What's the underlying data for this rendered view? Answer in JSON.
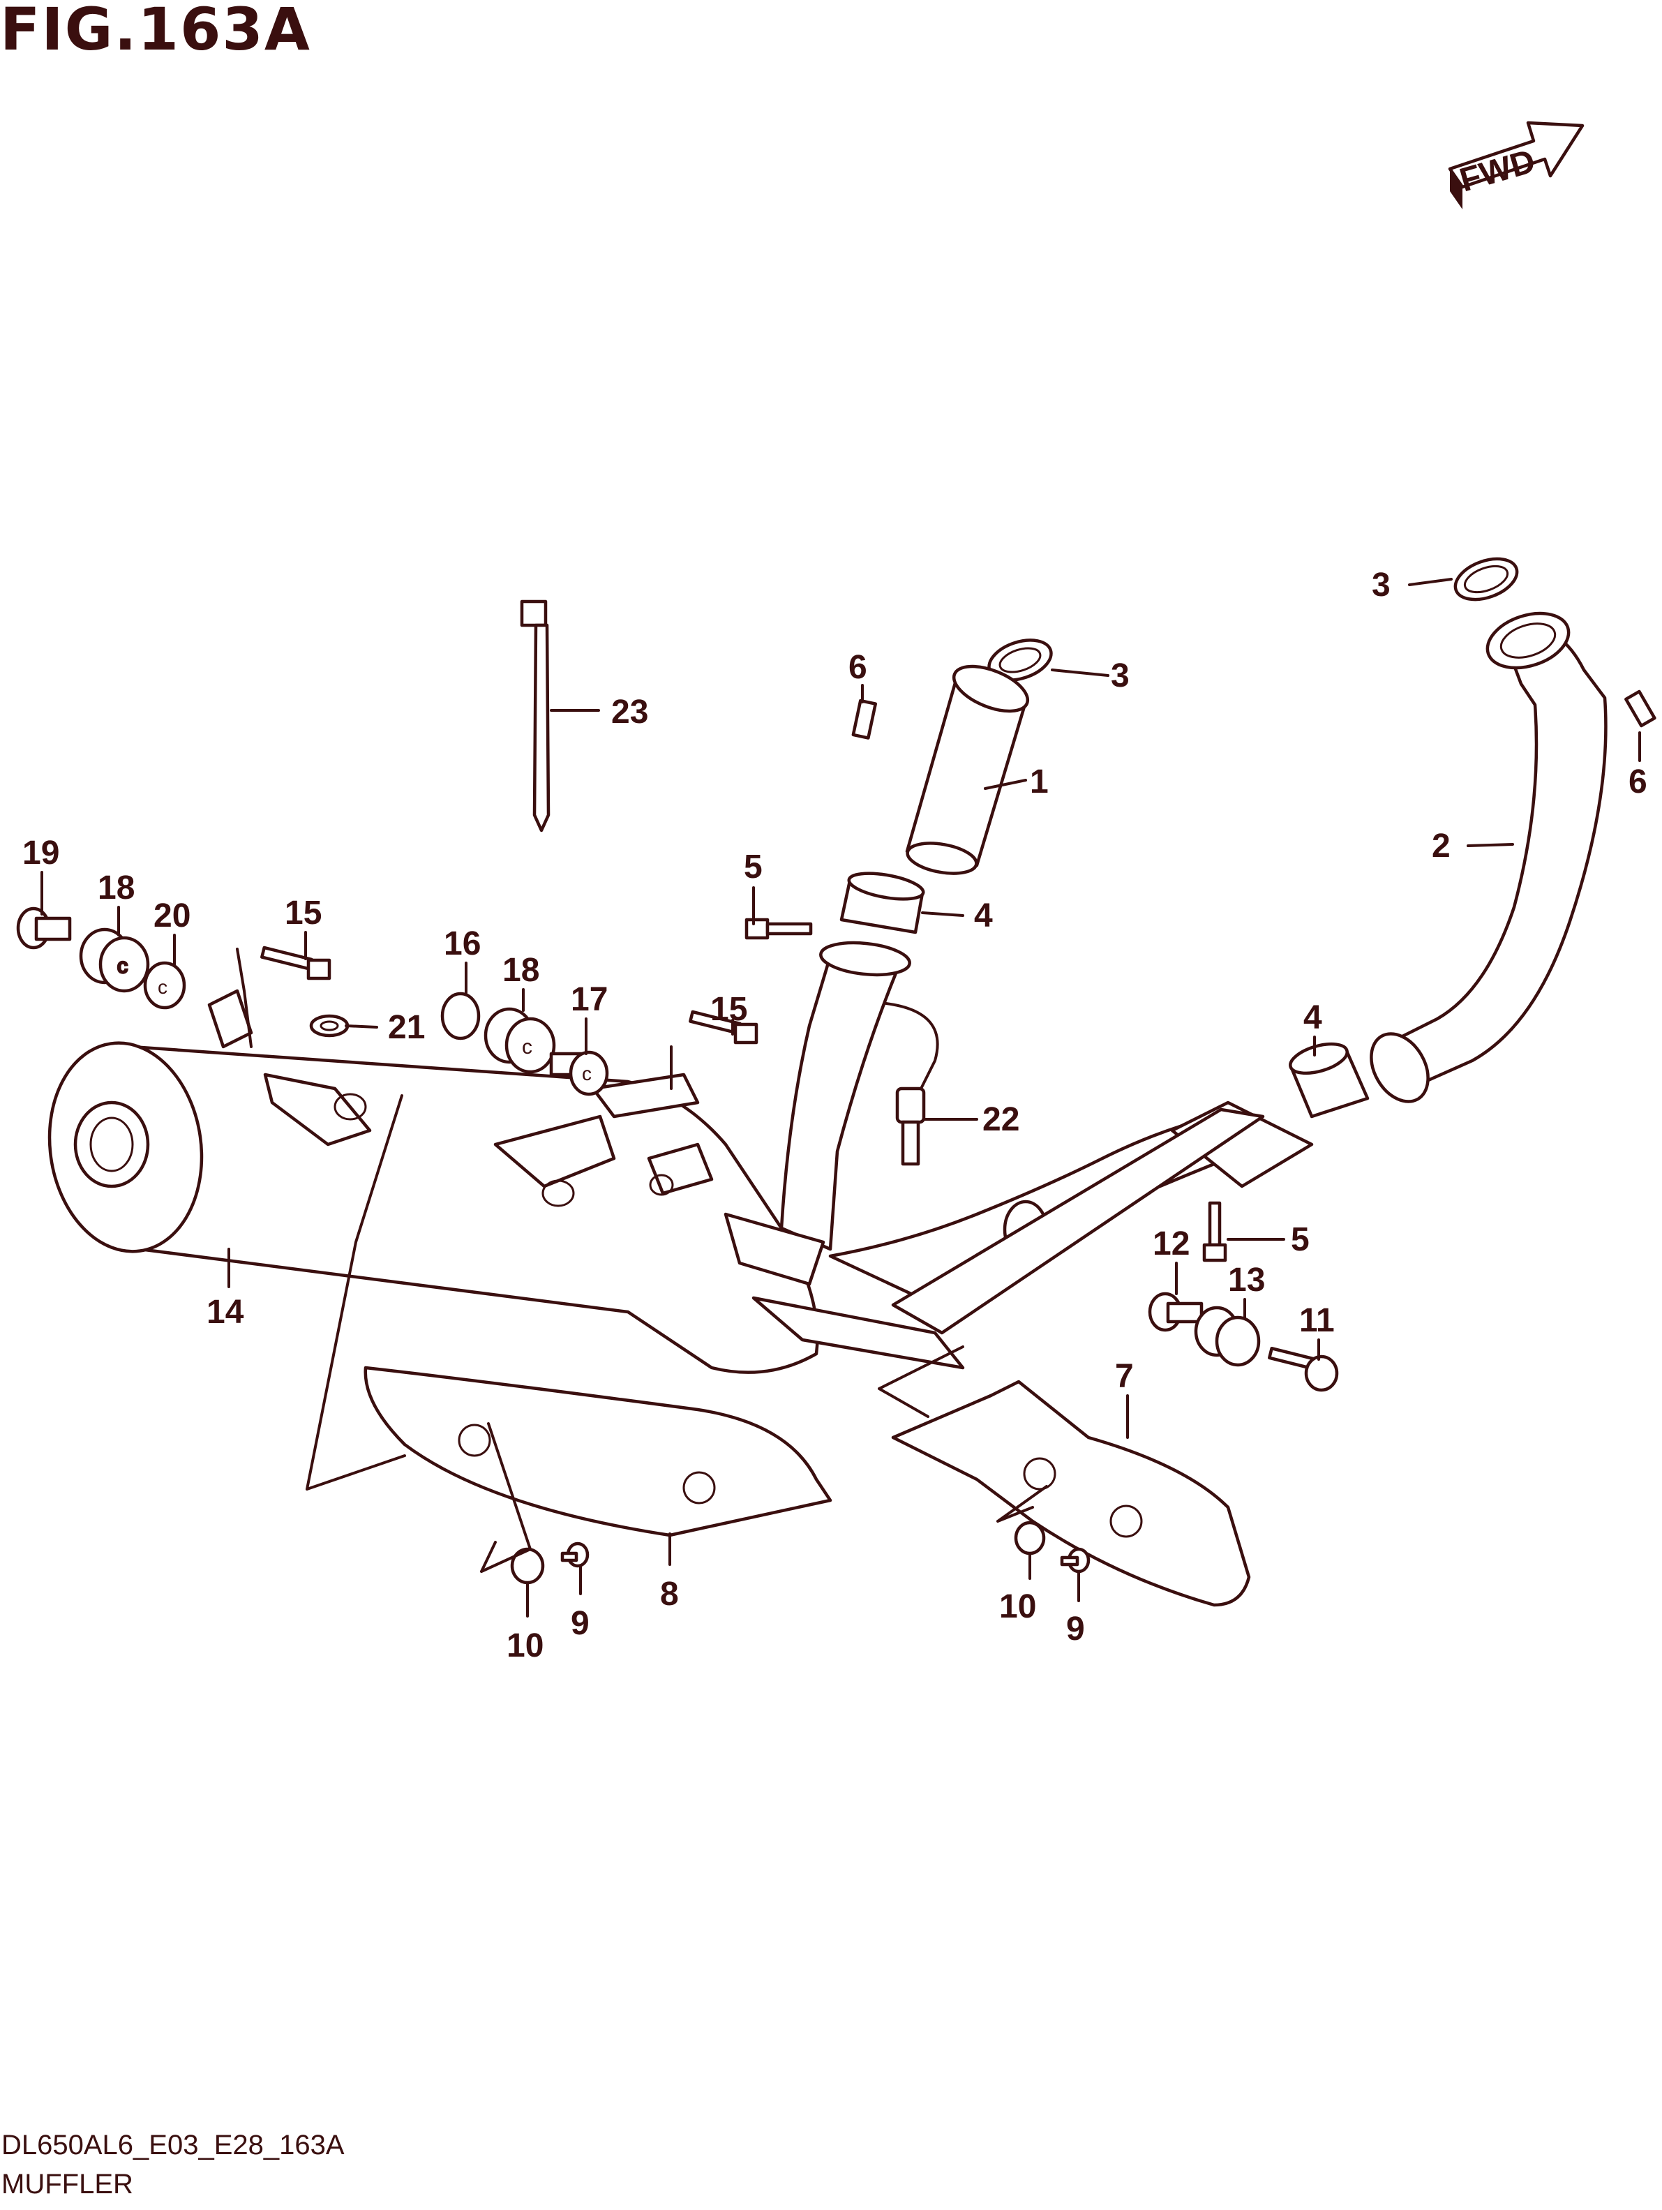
{
  "figure": {
    "title": "FIG.163A",
    "code": "DL650AL6_E03_E28_163A",
    "name": "MUFFLER",
    "direction_badge": "FWD"
  },
  "callouts": [
    {
      "id": "c3a",
      "number": "3"
    },
    {
      "id": "c3b",
      "number": "3"
    },
    {
      "id": "c6a",
      "number": "6"
    },
    {
      "id": "c6b",
      "number": "6"
    },
    {
      "id": "c23",
      "number": "23"
    },
    {
      "id": "c1",
      "number": "1"
    },
    {
      "id": "c2",
      "number": "2"
    },
    {
      "id": "c19",
      "number": "19"
    },
    {
      "id": "c18a",
      "number": "18"
    },
    {
      "id": "c20",
      "number": "20"
    },
    {
      "id": "c15a",
      "number": "15"
    },
    {
      "id": "c16",
      "number": "16"
    },
    {
      "id": "c18b",
      "number": "18"
    },
    {
      "id": "c17",
      "number": "17"
    },
    {
      "id": "c5a",
      "number": "5"
    },
    {
      "id": "c4a",
      "number": "4"
    },
    {
      "id": "c4b",
      "number": "4"
    },
    {
      "id": "c15b",
      "number": "15"
    },
    {
      "id": "c21",
      "number": "21"
    },
    {
      "id": "c22",
      "number": "22"
    },
    {
      "id": "c12",
      "number": "12"
    },
    {
      "id": "c5b",
      "number": "5"
    },
    {
      "id": "c13",
      "number": "13"
    },
    {
      "id": "c11",
      "number": "11"
    },
    {
      "id": "c14",
      "number": "14"
    },
    {
      "id": "c7",
      "number": "7"
    },
    {
      "id": "c8",
      "number": "8"
    },
    {
      "id": "c9a",
      "number": "9"
    },
    {
      "id": "c10a",
      "number": "10"
    },
    {
      "id": "c10b",
      "number": "10"
    },
    {
      "id": "c9b",
      "number": "9"
    }
  ]
}
